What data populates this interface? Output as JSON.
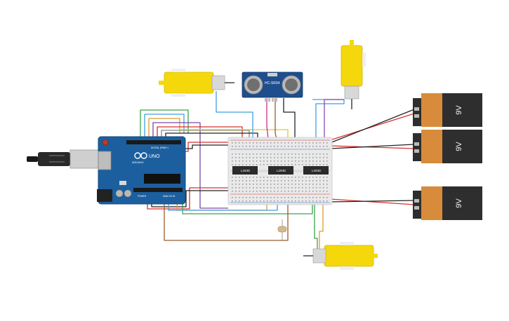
{
  "arduino": {
    "brand": "ARDUINO",
    "model": "UNO",
    "digital_label": "DIGITAL (PWM~)",
    "power_label": "POWER",
    "analog_label": "ANALOG IN"
  },
  "sensor": {
    "label": "HC-SR04"
  },
  "drivers": [
    {
      "label": "L293D"
    },
    {
      "label": "L293D"
    },
    {
      "label": "L293D"
    }
  ],
  "batteries": [
    {
      "label": "9V"
    },
    {
      "label": "9V"
    },
    {
      "label": "9V"
    }
  ],
  "colors": {
    "board": "#1c5f9e",
    "breadboard": "#e9e9e9",
    "motor": "#f5d80c",
    "battery_body": "#2e2e2e",
    "battery_band": "#d88b3a"
  }
}
